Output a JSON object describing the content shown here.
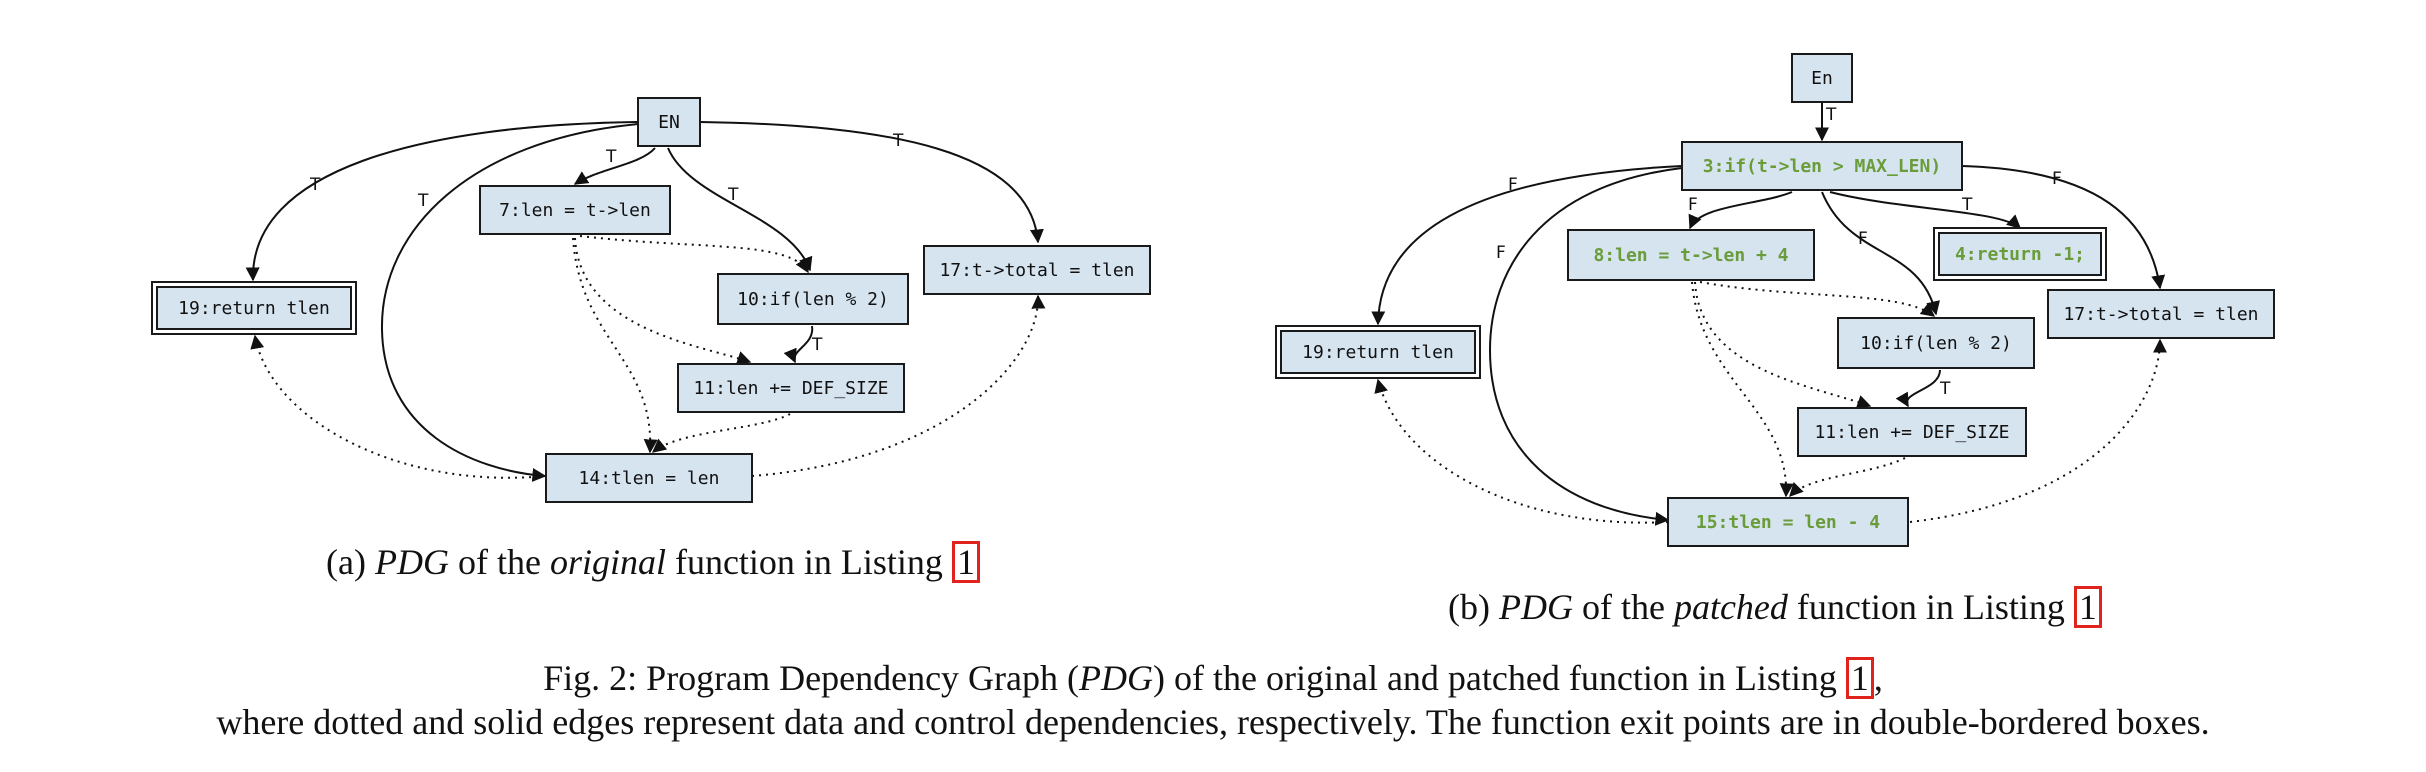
{
  "graphs": [
    {
      "nodes": [
        {
          "id": "EN",
          "label": "EN"
        },
        {
          "id": "n7",
          "label": "7:len = t->len"
        },
        {
          "id": "n10",
          "label": "10:if(len % 2)"
        },
        {
          "id": "n11",
          "label": "11:len += DEF_SIZE"
        },
        {
          "id": "n14",
          "label": "14:tlen = len"
        },
        {
          "id": "n17",
          "label": "17:t->total = tlen"
        },
        {
          "id": "n19",
          "label": "19:return tlen",
          "exit": true
        }
      ],
      "edge_labels": [
        "T",
        "T",
        "T",
        "T",
        "T",
        "T"
      ]
    },
    {
      "nodes": [
        {
          "id": "En",
          "label": "En"
        },
        {
          "id": "n3",
          "label": "3:if(t->len > MAX_LEN)",
          "patched": true
        },
        {
          "id": "n4",
          "label": "4:return -1;",
          "patched": true,
          "exit": true
        },
        {
          "id": "n8",
          "label": "8:len = t->len + 4",
          "patched": true
        },
        {
          "id": "n10",
          "label": "10:if(len % 2)"
        },
        {
          "id": "n11",
          "label": "11:len += DEF_SIZE"
        },
        {
          "id": "n15",
          "label": "15:tlen = len - 4",
          "patched": true
        },
        {
          "id": "n17",
          "label": "17:t->total = tlen"
        },
        {
          "id": "n19",
          "label": "19:return tlen",
          "exit": true
        }
      ],
      "edge_labels": [
        "T",
        "F",
        "F",
        "F",
        "T",
        "F",
        "F",
        "T"
      ]
    }
  ],
  "captions": {
    "a": {
      "prefix": "(a) ",
      "pdg": "PDG",
      "mid": " of the ",
      "emph": "original",
      "suffix": " function in Listing ",
      "ref": "1"
    },
    "b": {
      "prefix": "(b) ",
      "pdg": "PDG",
      "mid": " of the ",
      "emph": "patched",
      "suffix": " function in Listing ",
      "ref": "1"
    },
    "figure": {
      "line1_start": "Fig. 2: Program Dependency Graph (",
      "line1_pdg": "PDG",
      "line1_end": ") of the original and patched function in Listing ",
      "line1_ref": "1",
      "line1_tail": ",",
      "line2": "where dotted and solid edges represent data and control dependencies, respectively. The function exit points are in double-bordered boxes."
    }
  },
  "colors": {
    "node_fill": "#d6e4f0",
    "node_stroke": "#1a1a1a",
    "patched_text": "#6a9c3a",
    "ref_box": "#e0231c"
  }
}
